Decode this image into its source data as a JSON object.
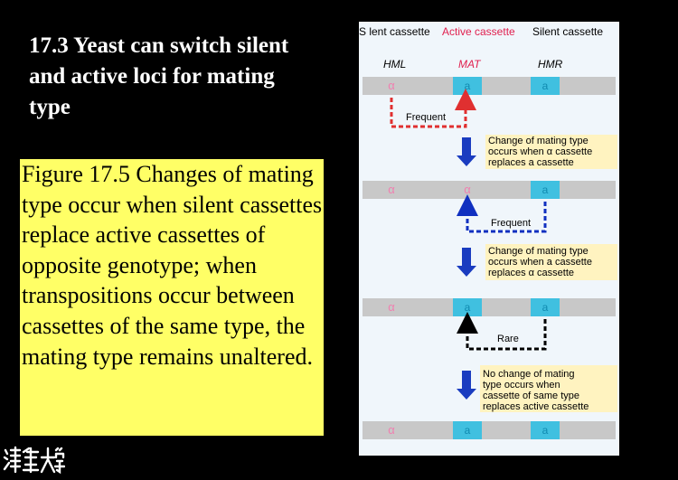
{
  "slide": {
    "title": "17.3 Yeast can switch silent and active loci for mating type",
    "caption": "Figure 17.5 Changes of mating type occur when silent cassettes replace active cassettes of opposite genotype; when transpositions occur between cassettes of the same type, the mating type remains unaltered.",
    "logo_text": "清华大学"
  },
  "diagram": {
    "header": {
      "left": "S lent cassette",
      "center": "Active cassette",
      "right": "Silent cassette"
    },
    "loci": {
      "hml": "HML",
      "mat": "MAT",
      "hmr": "HMR"
    },
    "symbols": {
      "alpha": "α",
      "a": "a"
    },
    "transposition_labels": {
      "frequent_1": "Frequent",
      "frequent_2": "Frequent",
      "rare": "Rare"
    },
    "notes": {
      "note1_line1": "Change of mating type",
      "note1_line2": "occurs when α cassette",
      "note1_line3": "replaces a cassette",
      "note2_line1": "Change of mating type",
      "note2_line2": "occurs when a cassette",
      "note2_line3": "replaces α cassette",
      "note3_line1": "No change of mating",
      "note3_line2": "type occurs when",
      "note3_line3": "cassette of same type",
      "note3_line4": "replaces active cassette"
    },
    "colors": {
      "panel_bg": "#f0f6fb",
      "track_gray": "#c8c8c8",
      "alpha_pink": "#f080b0",
      "a_cyan": "#40c0e0",
      "mat_red": "#e0204f",
      "frequent_red": "#e03030",
      "frequent_blue": "#1030c0",
      "rare_black": "#000000",
      "down_arrow": "#1a3cc0",
      "note_bg": "#fff3c0"
    }
  }
}
